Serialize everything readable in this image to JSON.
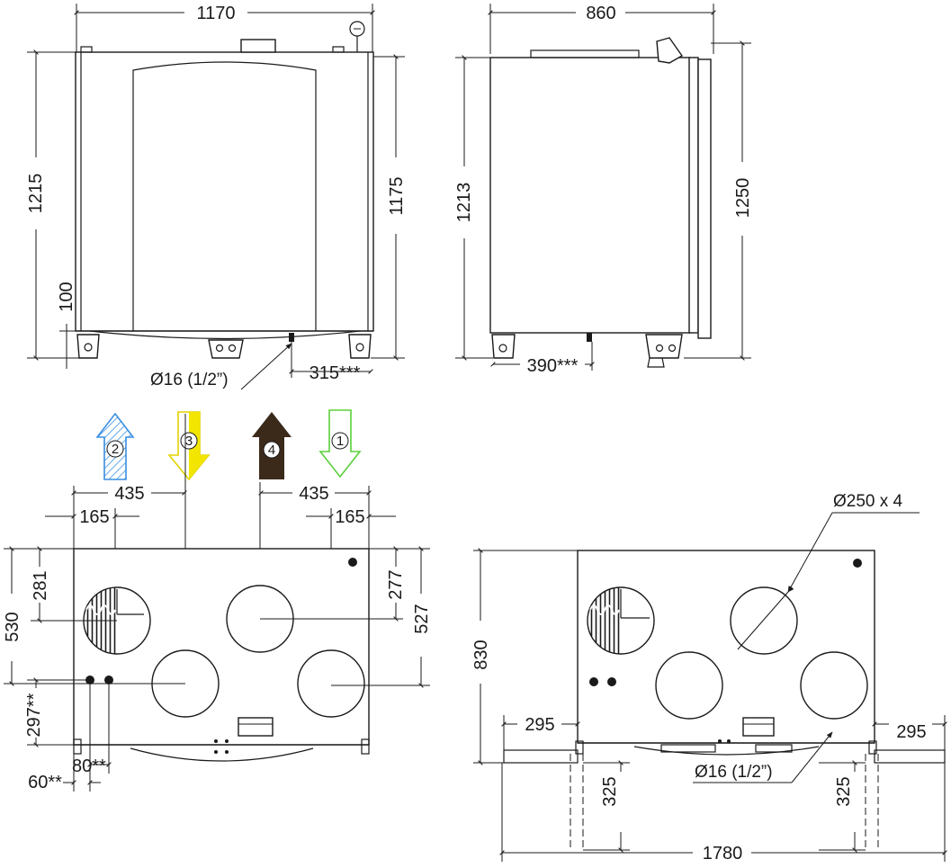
{
  "front_view": {
    "width": "1170",
    "height_total": "1215",
    "height_body": "1175",
    "foot_height": "100",
    "drain": "Ø16 (1/2”)",
    "drain_offset": "315***"
  },
  "side_view": {
    "depth": "860",
    "height_body": "1213",
    "height_total": "1250",
    "foot_offset": "390***"
  },
  "flow_arrows": [
    {
      "number": "2",
      "direction": "up",
      "color": "#3a8fe0",
      "pattern": "hatched"
    },
    {
      "number": "3",
      "direction": "down",
      "color": "#f2e600",
      "pattern": "half-filled"
    },
    {
      "number": "4",
      "direction": "up",
      "color": "#3b2a1a",
      "pattern": "solid"
    },
    {
      "number": "1",
      "direction": "down",
      "color": "#5ad03a",
      "pattern": "outline"
    }
  ],
  "top_view": {
    "spacing_left": "435",
    "spacing_right": "435",
    "edge_left": "165",
    "edge_right": "165",
    "depth_left": "530",
    "port_left": "281",
    "depth_right": "527",
    "port_right": "277",
    "bottom_offset": "297**",
    "pipe_left": "60**",
    "pipe_right": "80**"
  },
  "top_view_mounted": {
    "duct": "Ø250 x 4",
    "depth": "830",
    "bracket_left": "295",
    "bracket_right": "295",
    "bracket_height_left": "325",
    "bracket_height_right": "325",
    "drain": "Ø16 (1/2”)",
    "total_width": "1780"
  }
}
